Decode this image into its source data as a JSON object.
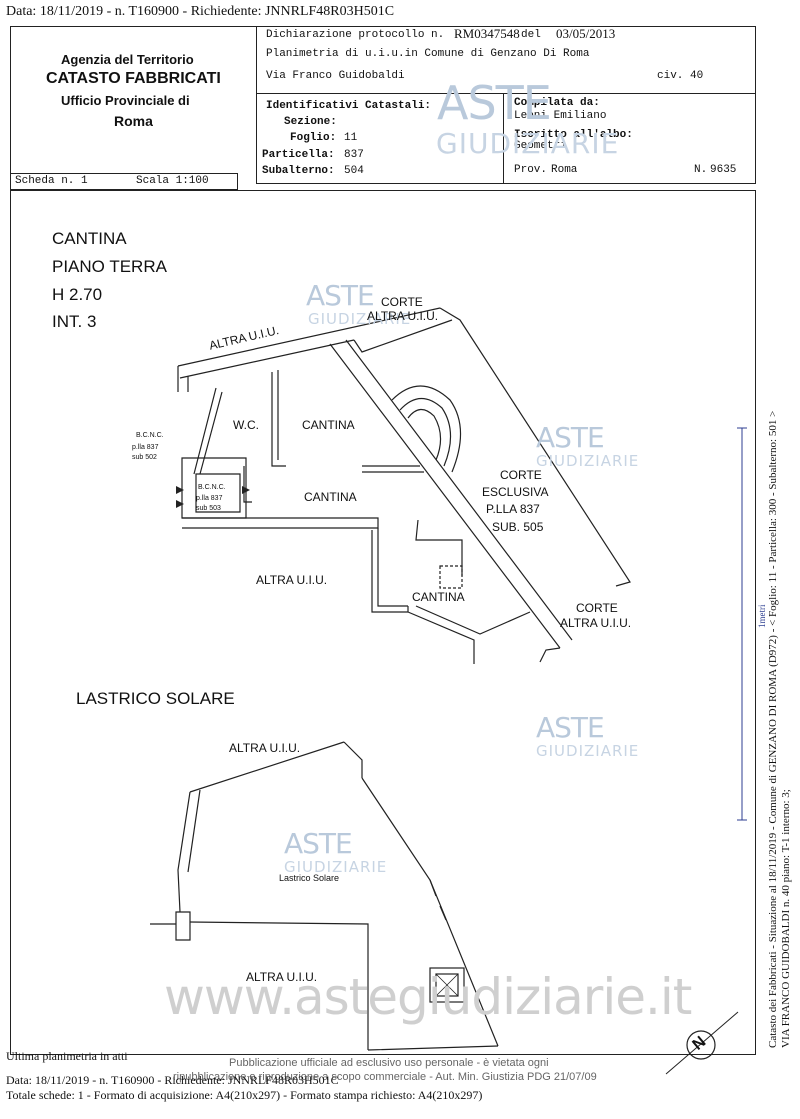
{
  "top_line": "Data: 18/11/2019 - n. T160900 - Richiedente: JNNRLF48R03H501C",
  "agency": {
    "line1": "Agenzia del Territorio",
    "line2": "CATASTO FABBRICATI",
    "line3": "Ufficio Provinciale di",
    "line4": "Roma"
  },
  "header": {
    "dichiarazione_label": "Dichiarazione protocollo n.",
    "protocol_no": "RM0347548",
    "del_label": "del",
    "date": "03/05/2013",
    "planimetria": "Planimetria di u.i.u.in Comune di Genzano Di Roma",
    "address": "Via Franco Guidobaldi",
    "civ_label": "civ.",
    "civ": "40",
    "identificativi": "Identificativi Catastali:",
    "sezione_label": "Sezione:",
    "foglio_label": "Foglio:",
    "foglio": "11",
    "particella_label": "Particella:",
    "particella": "837",
    "subalterno_label": "Subalterno:",
    "subalterno": "504",
    "compilata_label": "Compilata da:",
    "compilata": "Leoni Emiliano",
    "iscritto_label": "Iscritto all'albo:",
    "iscritto": "Geometri",
    "prov_label": "Prov.",
    "prov": "Roma",
    "n_label": "N.",
    "n": "9635"
  },
  "scheda": "Scheda n. 1",
  "scala": "Scala 1:100",
  "plan": {
    "cantina": "CANTINA",
    "piano": "PIANO TERRA",
    "h": "H 2.70",
    "int": "INT. 3",
    "altra_uiu": "ALTRA U.I.U.",
    "corte": "CORTE",
    "corte_altra": "ALTRA U.I.U.",
    "wc": "W.C.",
    "corte_esclusiva_1": "CORTE",
    "corte_esclusiva_2": "ESCLUSIVA",
    "corte_esclusiva_3": "P.LLA 837",
    "corte_esclusiva_4": "SUB. 505",
    "bcnc": "B.C.N.C.",
    "plla837": "p.lla 837",
    "sub502": "sub 502",
    "sub503": "sub 503",
    "lastrico": "LASTRICO SOLARE",
    "lastrico_small": "Lastrico Solare"
  },
  "side_text_1": "Catasto dei Fabbricati - Situazione al 18/11/2019 - Comune di GENZANO DI ROMA (D972) - < Foglio: 11 - Particella: 300 - Subalterno: 501 >",
  "side_text_2": "VIA FRANCO GUIDOBALDI n. 40 piano: T-1 interno: 3;",
  "scale_mark": "1metri",
  "watermark": {
    "aste": "ASTE",
    "giudiziarie": "GIUDIZIARIE",
    "site": "www.astegiudiziarie.it",
    "notice_1": "Pubblicazione ufficiale ad esclusivo uso personale - è vietata ogni",
    "notice_2": "ripubblicazione o riproduzione a scopo commerciale - Aut. Min. Giustizia PDG 21/07/09"
  },
  "footer": {
    "ultima": "Ultima planimetria in atti",
    "data": "Data: 18/11/2019 - n. T160900 - Richiedente: JNNRLF48R03H501C",
    "totale": "Totale schede: 1 - Formato di acquisizione: A4(210x297) - Formato stampa richiesto: A4(210x297)"
  },
  "north": "N"
}
